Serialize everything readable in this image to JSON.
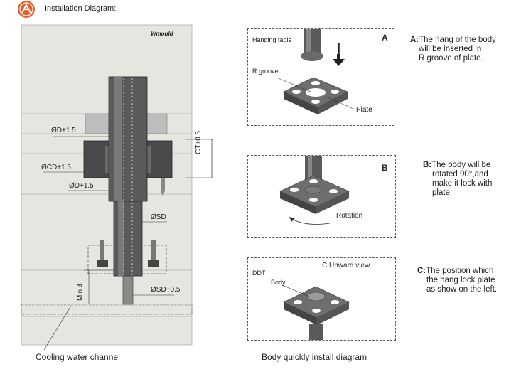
{
  "header": {
    "title": "Installation Diagram:"
  },
  "left_diagram": {
    "brand": "Wmould",
    "labels": {
      "od_top": "ØD+1.5",
      "ocd": "ØCD+1.5",
      "od_mid": "ØD+1.5",
      "osd": "ØSD",
      "osd_bottom": "ØSD+0.5",
      "ct": "CT+0.5",
      "min4": "Min 4"
    },
    "caption": "Cooling water channel"
  },
  "panels": {
    "a": {
      "letter": "A",
      "hanging_table": "Hanging table",
      "r_groove": "R groove",
      "plate": "Plate"
    },
    "b": {
      "letter": "B",
      "rotation": "Rotation"
    },
    "c": {
      "upward_view": "C:Upward view",
      "ddt": "DDT",
      "body": "Body"
    }
  },
  "descriptions": {
    "a": {
      "prefix": "A:",
      "l1": "The hang of the body",
      "l2": "will be inserted in",
      "l3": "R groove of plate."
    },
    "b": {
      "prefix": "B:",
      "l1": "The body will be",
      "l2": "rotated 90°,and",
      "l3": "make it lock with",
      "l4": "plate."
    },
    "c": {
      "prefix": "C:",
      "l1": "The position which",
      "l2": "the hang lock plate",
      "l3": "as show on the left."
    }
  },
  "right_caption": "Body quickly install diagram",
  "colors": {
    "mold_plate": "#e6e6e1",
    "steel": "#5a5a5a",
    "logo": "#e8602c"
  }
}
